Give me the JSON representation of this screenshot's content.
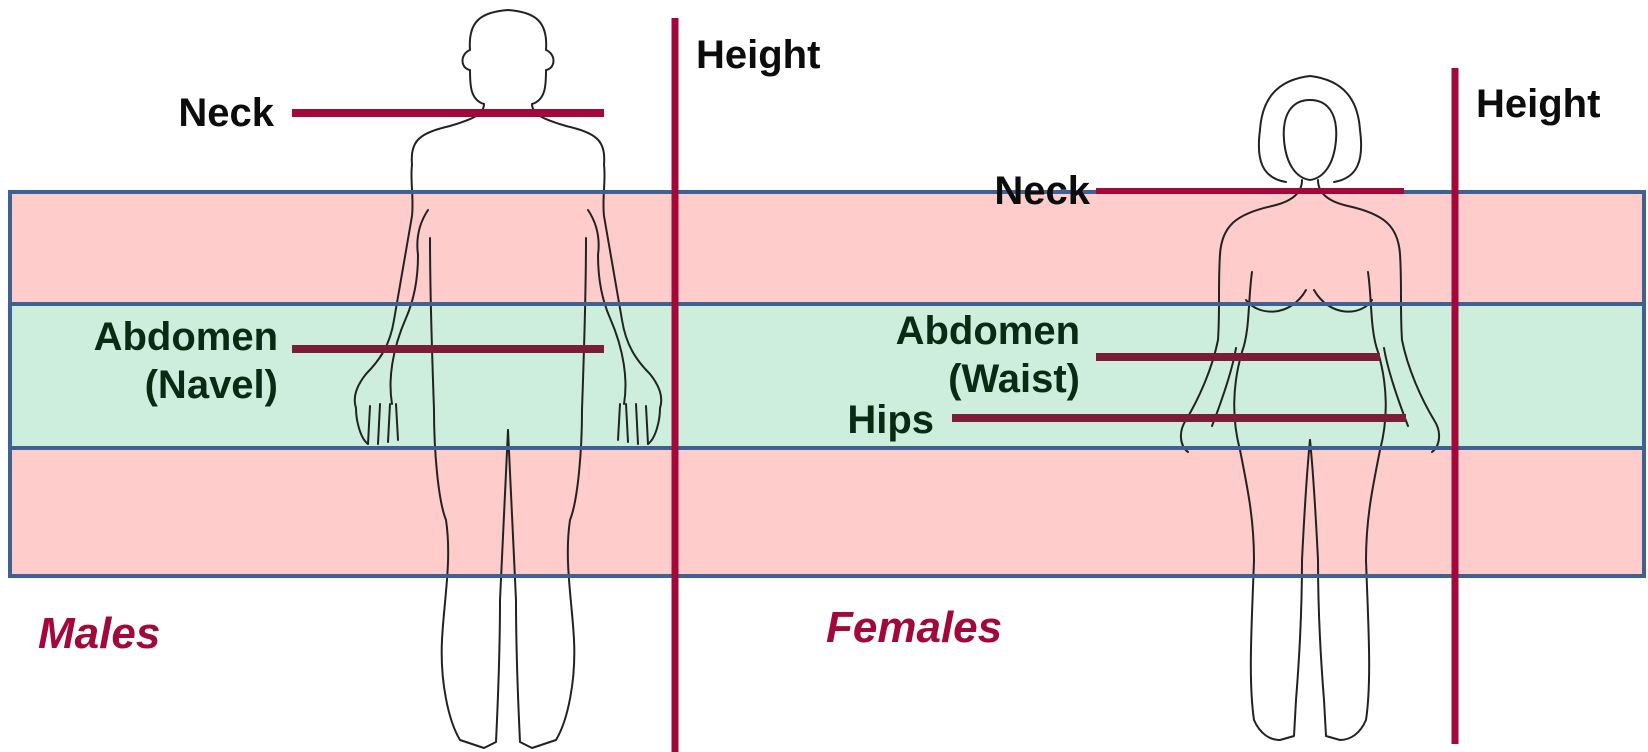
{
  "colors": {
    "measure_line": "#a3083a",
    "measure_line_dark": "#7b1d38",
    "band_red": "#ffcccc",
    "band_green": "#cdeedd",
    "band_border": "#3f6190",
    "label_dark": "#0c0c0c",
    "label_green": "#0a2a14",
    "group_label": "#a3083a",
    "outline": "#222222"
  },
  "male": {
    "group_label": "Males",
    "neck_label": "Neck",
    "abdomen_label_line1": "Abdomen",
    "abdomen_label_line2": "(Navel)",
    "height_label": "Height"
  },
  "female": {
    "group_label": "Females",
    "neck_label": "Neck",
    "abdomen_label_line1": "Abdomen",
    "abdomen_label_line2": "(Waist)",
    "hips_label": "Hips",
    "height_label": "Height"
  }
}
